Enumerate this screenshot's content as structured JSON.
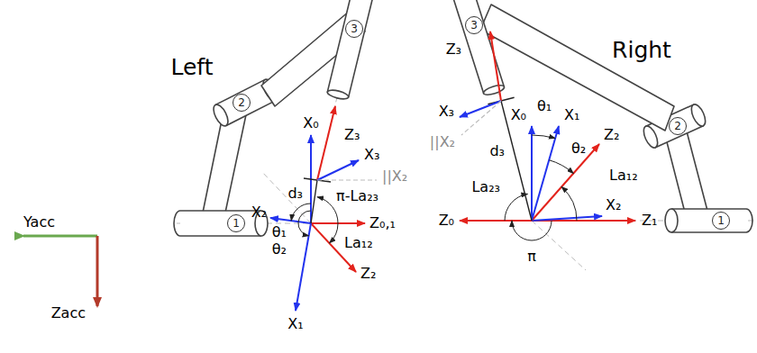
{
  "diagram": {
    "labels": [
      "Yacc",
      "Zacc",
      "Left",
      "3",
      "2",
      "1",
      "Z₃",
      "X₀",
      "X₃",
      "d₃",
      "||X₂",
      "X₂",
      "π-La₂₃",
      "Z₀,₁",
      "θ₁",
      "θ₂",
      "La₁₂",
      "Z₂",
      "X₁",
      "Right",
      "3",
      "2",
      "1",
      "Z₃",
      "X₃",
      "X₀",
      "||X₂",
      "θ₁",
      "X₁",
      "θ₂",
      "Z₂",
      "d₃",
      "La₁₂",
      "La₂₃",
      "X₂",
      "Z₀",
      "Z₁",
      "π"
    ]
  }
}
